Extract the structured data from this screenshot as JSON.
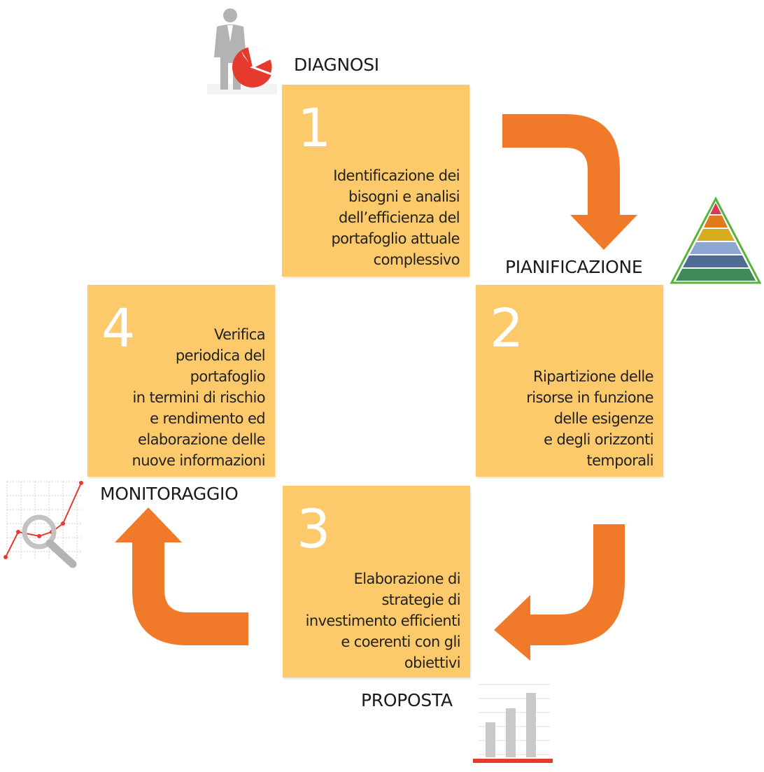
{
  "stages": {
    "diagnosi": "DIAGNOSI",
    "pianificazione": "PIANIFICAZIONE",
    "proposta": "PROPOSTA",
    "monitoraggio": "MONITORAGGIO"
  },
  "steps": [
    {
      "number": "1",
      "text": "Identificazione dei\nbisogni e analisi\ndell’efficienza del\nportafoglio attuale\ncomplessivo"
    },
    {
      "number": "2",
      "text": "Ripartizione delle\nrisorse in funzione\ndelle esigenze\ne degli orizzonti\ntemporali"
    },
    {
      "number": "3",
      "text": "Elaborazione di\nstrategie di\ninvestimento efficienti\ne coerenti con gli\nobiettivi"
    },
    {
      "number": "4",
      "text": "Verifica\nperiodica del\nportafoglio\nin termini di rischio\ne rendimento ed\nelaborazione delle\nnuove informazioni"
    }
  ],
  "colors": {
    "box": "#fcc96b",
    "arrow": "#f07a2a",
    "icon_red": "#e63a2e",
    "icon_gray": "#b3b3b3"
  },
  "icons": {
    "diagnosi": "businessman-pie-chart-icon",
    "pianificazione": "pyramid-icon",
    "proposta": "bar-chart-icon",
    "monitoraggio": "magnifier-line-chart-icon"
  }
}
